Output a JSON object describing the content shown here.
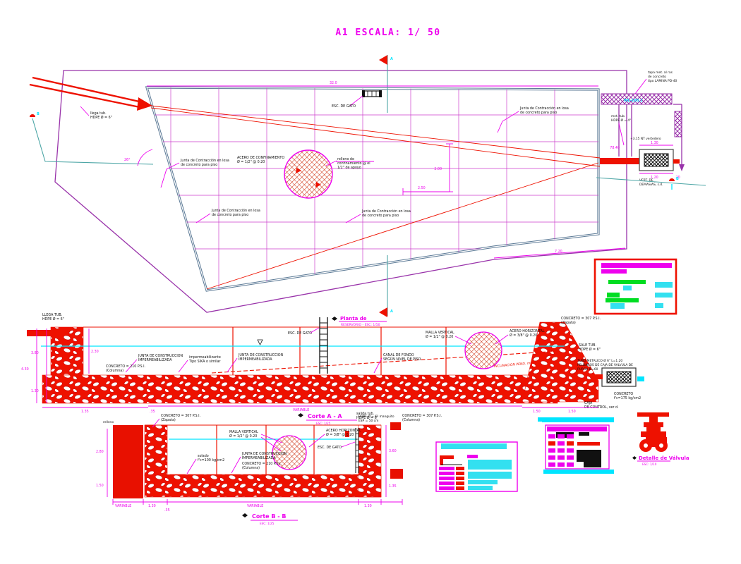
{
  "colors": {
    "magenta": "#ee00ee",
    "purple": "#9933aa",
    "grid": "#cc3fcc",
    "red": "#ee1100",
    "darkred": "#cc2200",
    "cyan": "#00e5ff",
    "teal": "#4da6a6",
    "wall": "#5c7a96",
    "green": "#00dd22",
    "legendcyan": "#33e0f0"
  },
  "title": "A1 ESCALA: 1/ 50",
  "common": {
    "junta_l1": "Junta de Contracción en losa",
    "junta_l2": "de concreto para piso",
    "esc_gato": "ESC. DE GATO",
    "hdpe6": "HDPE Ø = 6\"",
    "junta_cons_l1": "JUNTA DE CONSTRUCCION",
    "junta_cons_l2": "IMPERMEABILIZADA",
    "conc210": "CONCRETO = 210 P.S.I.",
    "columna": "(Columna)",
    "conc307": "CONCRETO = 307 P.S.I.",
    "zapata": "(Zapata)",
    "malla_l1": "MALLA VERTICAL",
    "malla_l2": "Ø = 1/2\" @ 0.20",
    "acero_l1": "ACERO HORIZONTAL",
    "acero_l2": "Ø = 3/8\" @ 0.20",
    "variable": "VARIABLE"
  },
  "plan": {
    "caption_l1": "Planta de",
    "caption_l2": "RESERVORIO - ESC: 1/50",
    "llega_l1": "llega tub.",
    "acero_conf_l1": "ACERO DE CONFINAMIENTO",
    "acero_conf_l2": "Ø = 1/2\" @ 0.20",
    "relleno_l1": "relleno de",
    "relleno_l2": "confinamiento @ el",
    "relleno_l3": "1/2\" de apoyo",
    "angle": "26°",
    "dim_top": "32.0",
    "dim_v": "2.00",
    "dim_h": "2.50",
    "dim_corner": "7.20"
  },
  "outlet": {
    "tapa_l1": "tapa met. al ras",
    "tapa_l2": "de concreto",
    "tapa_l3": "tipo LAMINA PD-40",
    "wl": "WL-100.1",
    "met_l1": "met. tub.",
    "met_l2": "HDPE Ø = 4\"",
    "cota": "+3.15 NT vertedero",
    "n1": "78.40",
    "d1": "1.30",
    "d2": "1.20",
    "d3": ".20",
    "vert_l1": "VERT. DE",
    "vert_l2": "DEMASIAS, s.d."
  },
  "section_a": {
    "title": "Corte A - A",
    "scale": "ESC: 1/25",
    "llega": "LLEGA TUB.",
    "imper_l1": "impermeabilizante",
    "imper_l2": "Tipo SIKA o similar",
    "canal_l1": "CANAL DE FONDO",
    "canal_l2": "SEGÚN NIVEL DE PISO",
    "pend": "INCLINACION PEND. mín.",
    "sale": "SALE TUB.",
    "tubo_l1": "TUBO METALICO Ø 6\" L=1.20",
    "tubo_l2": "PELDAÑOS DE CAJA DE VALVULA DE",
    "tubo_l3": "PURGA Ø=60",
    "conc175_l1": "CONCRETO",
    "conc175_l2": "f'c=175 kg/cm2",
    "caja_l1": "CAJA",
    "caja_l2": "DE CONTROL, ver d.",
    "salida": "salida tub.",
    "d380": "3.80",
    "d430": "4.30",
    "d130": "1.30",
    "d135": "1.35",
    "d35": ".35",
    "d230": "2.30",
    "d150a": "1.50",
    "d150b": "1.50"
  },
  "section_b": {
    "title": "Corte B - B",
    "scale": "ESC: 1/25",
    "relleno": "relleno",
    "solado_l1": "solado",
    "solado_l2": "f'c=100 kg/cm2",
    "manguito_l1": "HDPE Ø = 6\" manguito",
    "manguito_l2": "ESP = 50 cm",
    "d280": "2.80",
    "d150": "1.50",
    "d360": "3.60",
    "d135": "1.35",
    "d130a": "1.30",
    "d130b": "1.30",
    "d35": ".35"
  },
  "valve_detail": {
    "label": "Detalle de Válvula",
    "scale": "ESC: 1/10"
  },
  "markers": {
    "a": "A",
    "b": "B"
  }
}
